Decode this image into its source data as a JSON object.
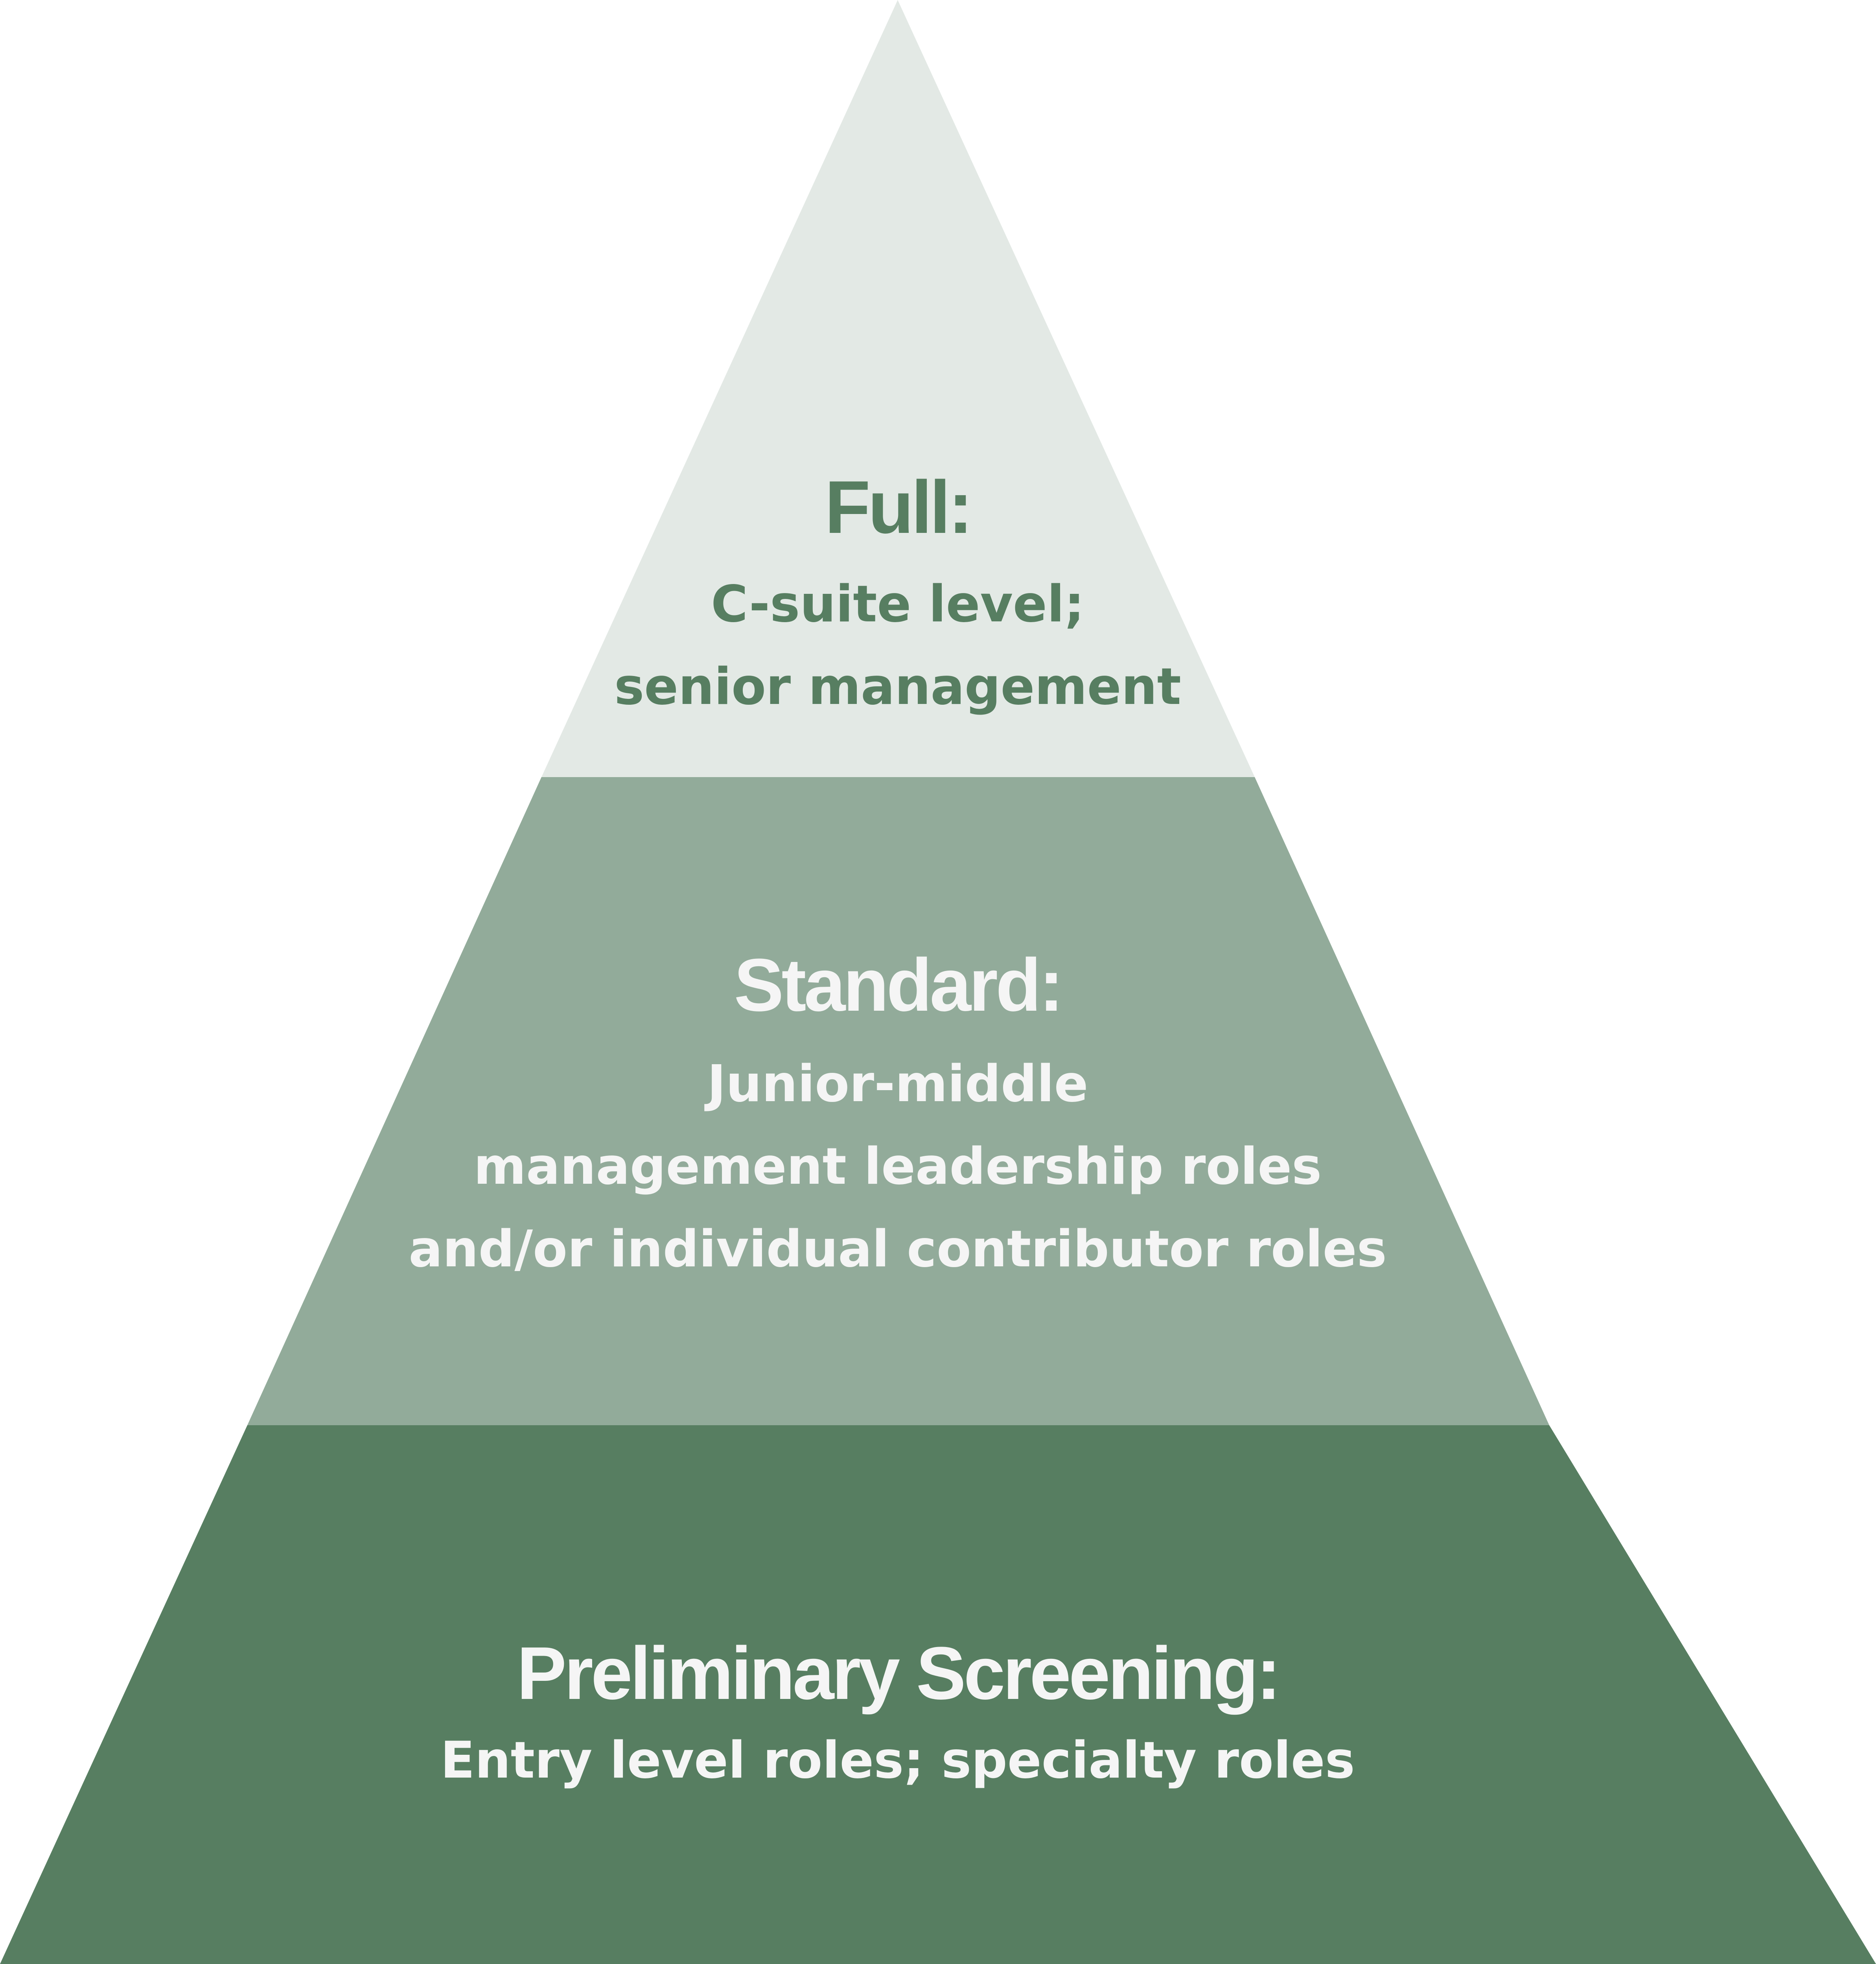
{
  "colors": {
    "background": "#ffffff",
    "top_fill": "#e3e9e5",
    "middle_fill": "#92ab9a",
    "bottom_fill": "#577e61",
    "top_text": "#577e61",
    "light_text": "#f5f5f5"
  },
  "tiers": [
    {
      "title": "Full:",
      "description_lines": [
        "C-suite level;",
        "senior management"
      ]
    },
    {
      "title": "Standard:",
      "description_lines": [
        "Junior-middle",
        "management leadership roles",
        "and/or individual contributor roles"
      ]
    },
    {
      "title": "Preliminary Screening:",
      "description_lines": [
        "Entry level roles; specialty roles"
      ]
    }
  ]
}
